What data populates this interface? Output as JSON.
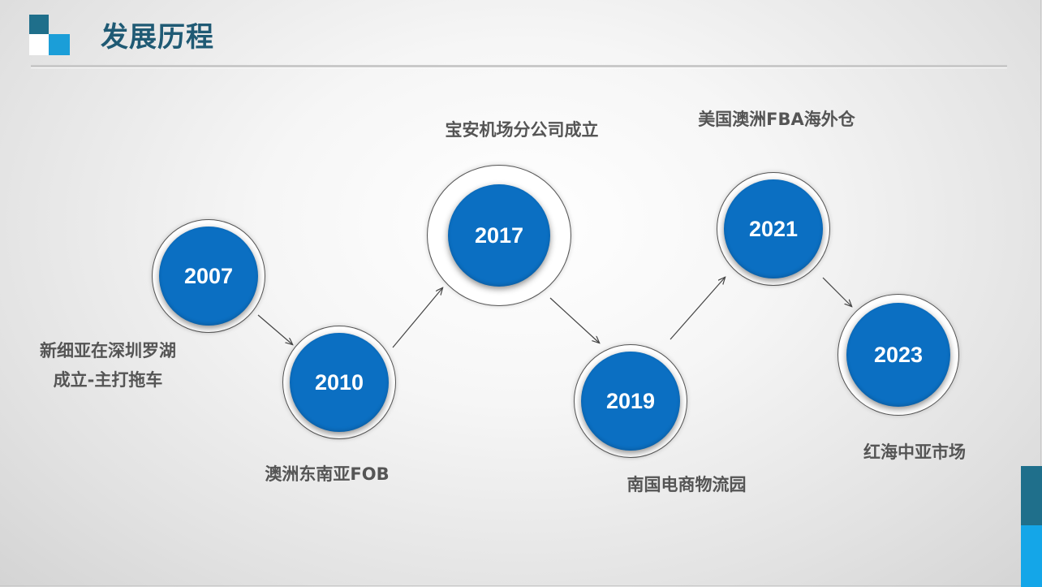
{
  "slide": {
    "title": "发展历程"
  },
  "colors": {
    "title": "#1f5a74",
    "milestone_fill": "#0b6fc2",
    "label_text": "#555555",
    "accent_dark": "#1f6f8b",
    "accent_light": "#14a6e8"
  },
  "milestones": [
    {
      "year": "2007",
      "lines": [
        "新细亚在深圳罗湖",
        "成立-主打拖车"
      ]
    },
    {
      "year": "2010",
      "lines": [
        "澳洲东南亚FOB"
      ]
    },
    {
      "year": "2017",
      "lines": [
        "宝安机场分公司成立"
      ]
    },
    {
      "year": "2019",
      "lines": [
        "南国电商物流园"
      ]
    },
    {
      "year": "2021",
      "lines": [
        "美国澳洲FBA海外仓"
      ]
    },
    {
      "year": "2023",
      "lines": [
        "红海中亚市场"
      ]
    }
  ]
}
